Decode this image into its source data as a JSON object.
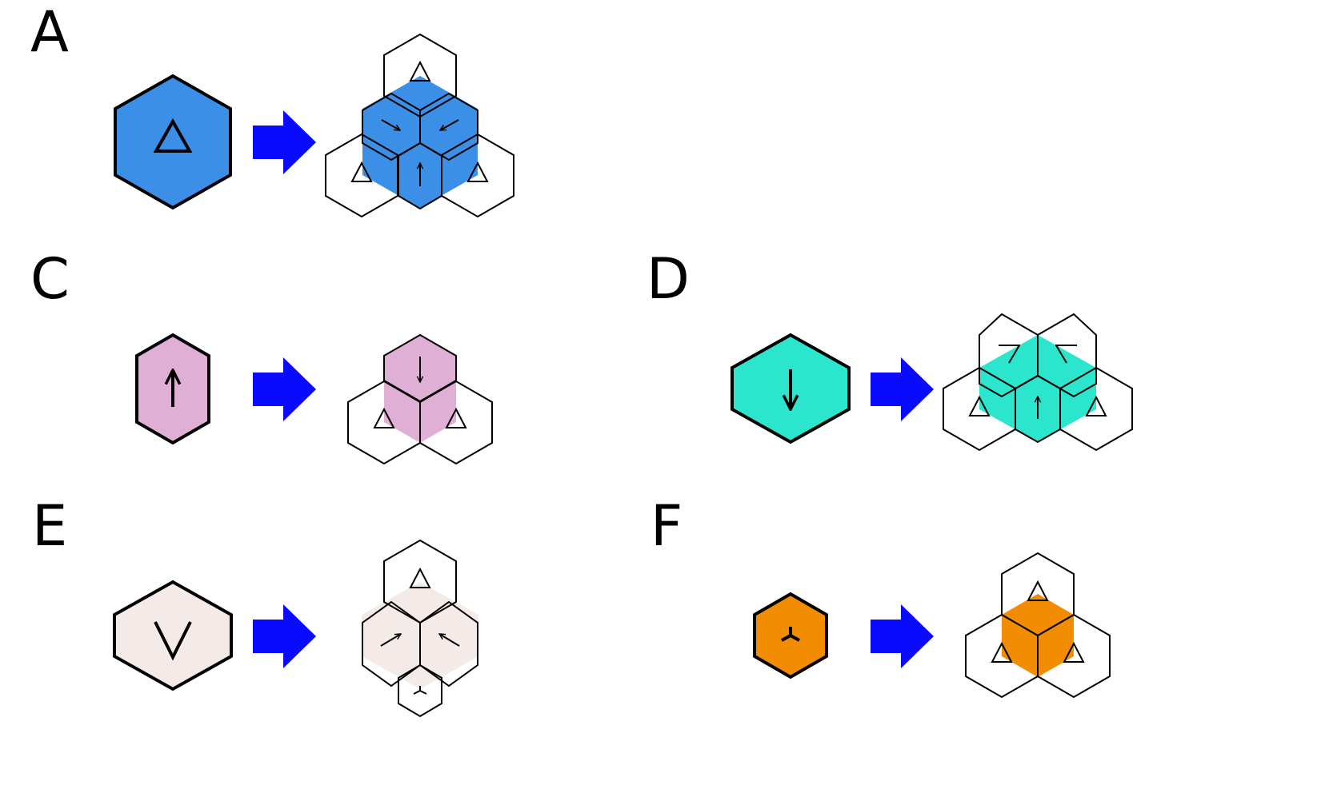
{
  "colors": {
    "arrow": "#0a0aff",
    "A": "#3b8fe6",
    "C": "#e0afd6",
    "D": "#2be6cc",
    "E": "#f4ebe8",
    "F": "#f28c00"
  },
  "panels": [
    {
      "id": "A",
      "label": "A",
      "left_symbol": "triangle",
      "right_symbols": [
        "triangle",
        "arrow-se",
        "arrow-sw",
        "arrow-up",
        "triangle",
        "triangle"
      ]
    },
    {
      "id": "C",
      "label": "C",
      "left_symbol": "arrow-up",
      "right_symbols": [
        "arrow-down",
        "triangle",
        "triangle"
      ]
    },
    {
      "id": "D",
      "label": "D",
      "left_symbol": "arrow-down",
      "right_symbols": [
        "arrow-ne",
        "arrow-nw",
        "arrow-up",
        "triangle",
        "triangle"
      ]
    },
    {
      "id": "E",
      "label": "E",
      "left_symbol": "chevron-v",
      "right_symbols": [
        "triangle",
        "arrow-ne",
        "arrow-nw",
        "tri-star"
      ]
    },
    {
      "id": "F",
      "label": "F",
      "left_symbol": "tri-star",
      "right_symbols": [
        "triangle",
        "triangle",
        "triangle"
      ]
    }
  ]
}
